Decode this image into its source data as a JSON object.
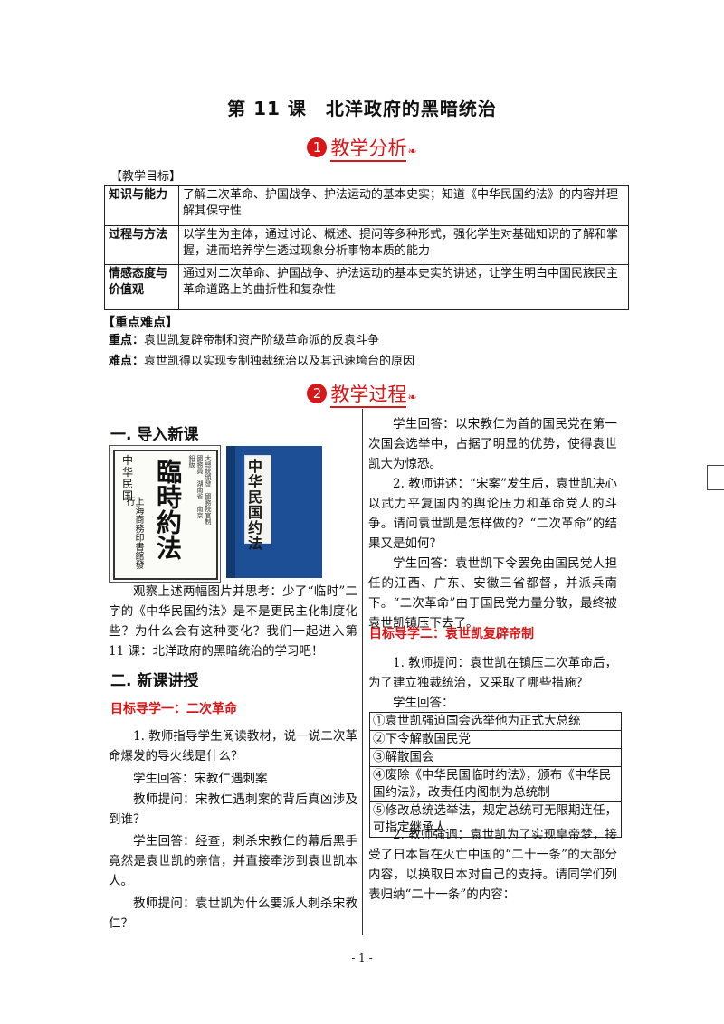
{
  "title": "第 11 课　北洋政府的黑暗统治",
  "analysis": {
    "num": "1",
    "heading": "教学分析"
  },
  "objectives_label": "【教学目标】",
  "objectives": [
    {
      "label": "知识与能力",
      "text": "了解二次革命、护国战争、护法运动的基本史实；知道《中华民国约法》的内容并理解其保守性"
    },
    {
      "label": "过程与方法",
      "text": "以学生为主体，通过讨论、概述、提问等多种形式，强化学生对基础知识的了解和掌握，进而培养学生透过现象分析事物本质的能力"
    },
    {
      "label": "情感态度与价值观",
      "text": "通过对二次革命、护国战争、护法运动的基本史实的讲述，让学生明白中国民族民主革命道路上的曲折性和复杂性"
    }
  ],
  "keypoints_label": "【重点难点】",
  "key": {
    "label": "重点：",
    "text": "袁世凯复辟帝制和资产阶级革命派的反袁斗争"
  },
  "hard": {
    "label": "难点：",
    "text": "袁世凯得以实现专制独裁统治以及其迅速垮台的原因"
  },
  "process": {
    "num": "2",
    "heading": "教学过程"
  },
  "images": {
    "book1_left": "中华民国",
    "book1_big": "臨時約法",
    "book1_mid": "大總統頒發　國務院官制　國務員　湖南省　南京　鉛版",
    "book1_publisher": "上海商務印書館發行",
    "book2_title": "中华民国约法"
  },
  "left": {
    "intro_heading": "一. 导入新课",
    "intro_para": "观察上述两幅图片并思考：少了“临时”二字的《中华民国约法》是不是更民主化制度化些？为什么会有这种变化？我们一起进入第 11 课：北洋政府的黑暗统治的学习吧！",
    "new_heading": "二. 新课讲授",
    "guide1": "目标导学一：二次革命",
    "p1": "1. 教师指导学生阅读教材，说一说二次革命爆发的导火线是什么？",
    "p2": "学生回答：宋教仁遇刺案",
    "p3": "教师提问：宋教仁遇刺案的背后真凶涉及到谁？",
    "p4": "学生回答：经查，刺杀宋教仁的幕后黑手竟然是袁世凯的亲信，并直接牵涉到袁世凯本人。",
    "p5": "教师提问：袁世凯为什么要派人刺杀宋教仁？"
  },
  "right": {
    "p1": "学生回答：以宋教仁为首的国民党在第一次国会选举中，占据了明显的优势，使得袁世凯大为惊恐。",
    "p2": "2. 教师讲述：“宋案”发生后，袁世凯决心以武力平复国内的舆论压力和革命党人的斗争。请问袁世凯是怎样做的？“二次革命”的结果又是如何？",
    "p3": "学生回答：袁世凯下令罢免由国民党人担任的江西、广东、安徽三省都督，并派兵南下。“二次革命”由于国民党力量分散，最终被袁世凯镇压下去了。",
    "guide2": "目标导学二：袁世凯复辟帝制",
    "p4": "1. 教师提问：袁世凯在镇压二次革命后，为了建立独裁统治，又采取了哪些措施？",
    "p5": "学生回答：",
    "answers": [
      "①袁世凯强迫国会选举他为正式大总统",
      "②下令解散国民党",
      "③解散国会",
      "④废除《中华民国临时约法》，颁布《中华民国约法》，改责任内阁制为总统制",
      "⑤修改总统选举法，规定总统可无限期连任，可指定继承人"
    ],
    "p6": "2. 教师强调：袁世凯为了实现皇帝梦，接受了日本旨在灭亡中国的“二十一条”的大部分内容，以换取日本对自己的支持。请同学们列表归纳“二十一条”的内容："
  },
  "footer": "- 1 -"
}
